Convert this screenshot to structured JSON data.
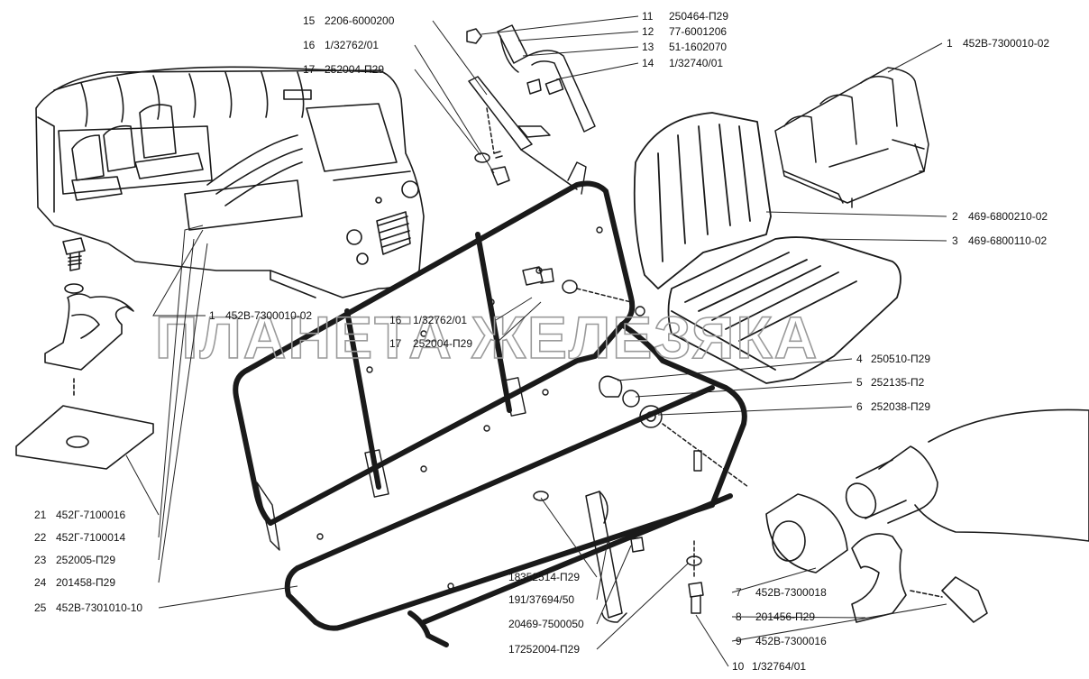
{
  "watermark": "ПЛАНЕТА ЖЕЛЕЗЯКА",
  "colors": {
    "ink": "#1a1a1a",
    "paper": "#ffffff",
    "watermark": "#9a9a9a"
  },
  "callouts": [
    {
      "num": "15",
      "code": "2206-6000200"
    },
    {
      "num": "16",
      "code": "1/32762/01"
    },
    {
      "num": "17",
      "code": "252004-П29"
    },
    {
      "num": "11",
      "code": "250464-П29"
    },
    {
      "num": "12",
      "code": "77-6001206"
    },
    {
      "num": "13",
      "code": "51-1602070"
    },
    {
      "num": "14",
      "code": "1/32740/01"
    },
    {
      "num": "1",
      "code": "452В-7300010-02"
    },
    {
      "num": "2",
      "code": "469-6800210-02"
    },
    {
      "num": "3",
      "code": "469-6800110-02"
    },
    {
      "num": "1",
      "code": "452В-7300010-02"
    },
    {
      "num": "16",
      "code": "1/32762/01"
    },
    {
      "num": "17",
      "code": "252004-П29"
    },
    {
      "num": "4",
      "code": "250510-П29"
    },
    {
      "num": "5",
      "code": "252135-П2"
    },
    {
      "num": "6",
      "code": "252038-П29"
    },
    {
      "num": "21",
      "code": "452Г-7100016"
    },
    {
      "num": "22",
      "code": "452Г-7100014"
    },
    {
      "num": "23",
      "code": "252005-П29"
    },
    {
      "num": "24",
      "code": "201458-П29"
    },
    {
      "num": "25",
      "code": "452В-7301010-10"
    },
    {
      "num": "18",
      "code": "352514-П29"
    },
    {
      "num": "19",
      "code": "1/37694/50"
    },
    {
      "num": "20",
      "code": "469-7500050"
    },
    {
      "num": "17",
      "code": "252004-П29"
    },
    {
      "num": "7",
      "code": "452В-7300018"
    },
    {
      "num": "8",
      "code": "201456-П29"
    },
    {
      "num": "9",
      "code": "452В-7300016"
    },
    {
      "num": "10",
      "code": "1/32764/01"
    }
  ]
}
